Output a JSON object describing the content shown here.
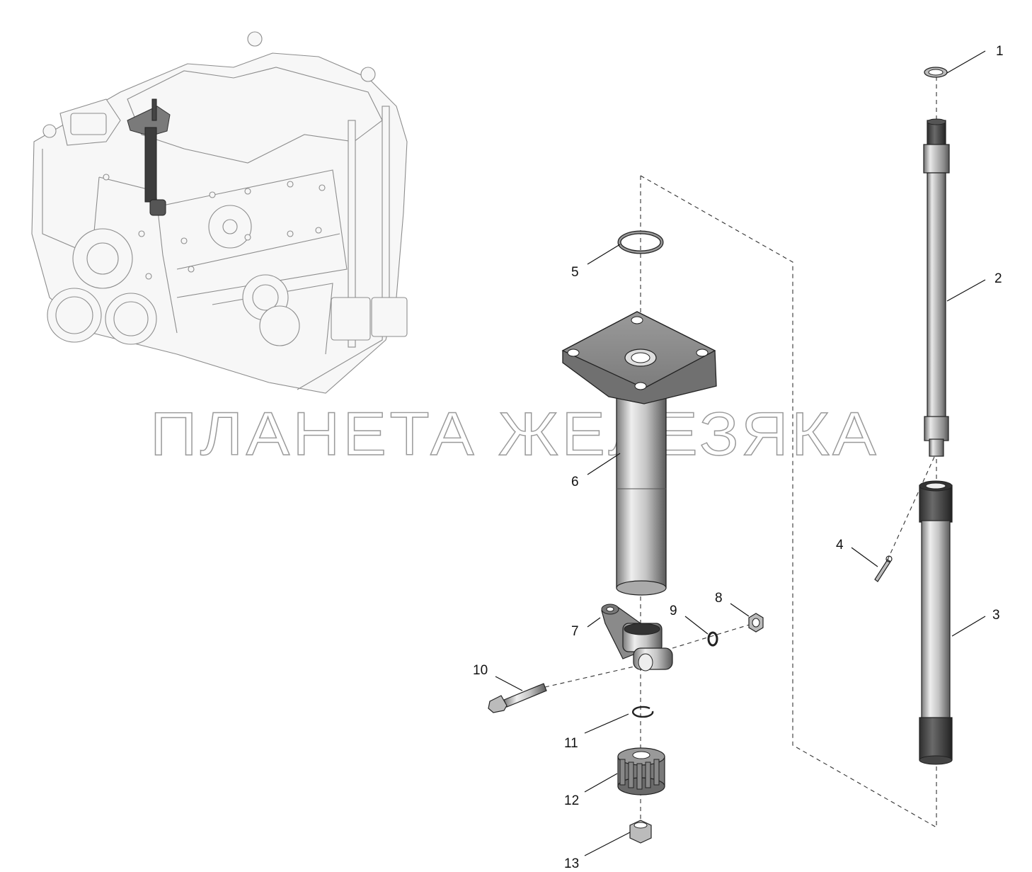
{
  "watermark": "ПЛАНЕТА ЖЕЛЕЗЯКА",
  "callouts": [
    {
      "id": "callout-1",
      "label": "1"
    },
    {
      "id": "callout-2",
      "label": "2"
    },
    {
      "id": "callout-3",
      "label": "3"
    },
    {
      "id": "callout-4",
      "label": "4"
    },
    {
      "id": "callout-5",
      "label": "5"
    },
    {
      "id": "callout-6",
      "label": "6"
    },
    {
      "id": "callout-7",
      "label": "7"
    },
    {
      "id": "callout-8",
      "label": "8"
    },
    {
      "id": "callout-9",
      "label": "9"
    },
    {
      "id": "callout-10",
      "label": "10"
    },
    {
      "id": "callout-11",
      "label": "11"
    },
    {
      "id": "callout-12",
      "label": "12"
    },
    {
      "id": "callout-13",
      "label": "13"
    }
  ]
}
